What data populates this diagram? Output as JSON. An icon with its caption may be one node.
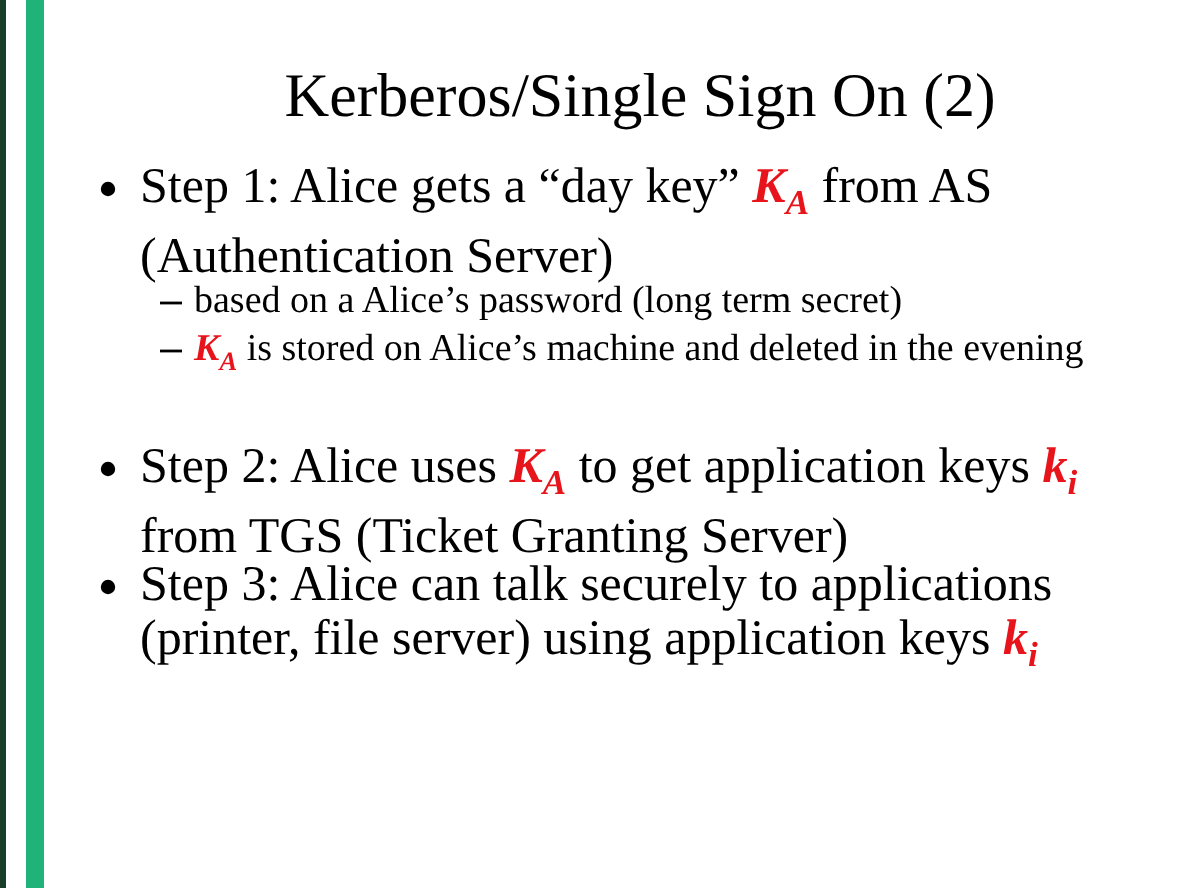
{
  "diagram": {
    "title": "Kerberos/Single Sign On (2)",
    "labels": [
      "Step 1: Alice gets a “day key” **K$_{A}$** from AS (Authentication Server)",
      "based on a Alice’s password (long term secret)",
      "**K$_{A}$** is stored on Alice’s machine and deleted in the evening",
      "Step 2: Alice uses **K$_{A}$** to get application keys **k$_{i}$** from TGS (Ticket Granting Server)",
      "Step 3: Alice can talk securely to applications (printer, file server) using application keys **k$_{i}$**"
    ]
  }
}
